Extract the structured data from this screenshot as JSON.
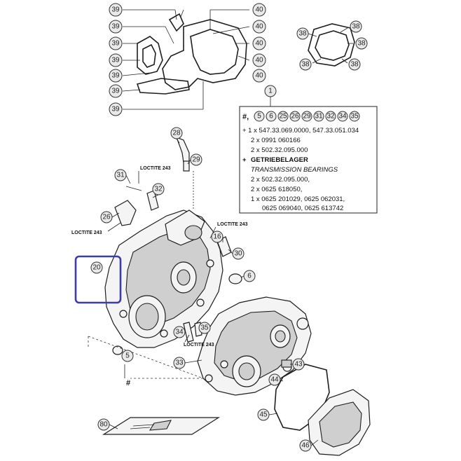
{
  "callouts": {
    "c39a": "39",
    "c40a": "40",
    "c39b": "39",
    "c40b": "40",
    "c39c": "39",
    "c40c": "40",
    "c39d": "39",
    "c40d": "40",
    "c39e": "39",
    "c40e": "40",
    "c39f": "39",
    "c39g": "39",
    "c38a": "38",
    "c38b": "38",
    "c38c": "38",
    "c38d": "38",
    "c38e": "38",
    "c1": "1",
    "c28": "28",
    "c29": "29",
    "c31": "31",
    "c32": "32",
    "c26": "26",
    "c16": "16",
    "c30": "30",
    "c6": "6",
    "c20": "20",
    "c34": "34",
    "c35": "35",
    "c5": "5",
    "c33": "33",
    "c43": "43",
    "c44": "44",
    "c45": "45",
    "c46": "46",
    "c80": "80"
  },
  "labels": {
    "loctite_1": "LOCTITE 243",
    "loctite_2": "LOCTITE 243",
    "loctite_3": "LOCTITE 243",
    "loctite_4": "LOCTITE 243",
    "hash_mark": "#"
  },
  "kit_box": {
    "hash": "#,",
    "kit_numbers": [
      "5",
      "6",
      "25",
      "26",
      "29",
      "31",
      "32",
      "34",
      "35"
    ],
    "lines": [
      "+ 1 x 547.33.069.0000, 547.33.051.034",
      "2 x 0991 060166",
      "2 x 502.32.095.000"
    ],
    "bearings_title": "GETRIEBELAGER",
    "bearings_subtitle": "TRANSMISSION BEARINGS",
    "bearing_lines": [
      "2 x 502.32.095.000,",
      "2 x 0625 618050,",
      "1 x 0625 201029, 0625 062031,",
      "0625 069040, 0625 613742"
    ]
  },
  "highlight_color": "#3a3fa8"
}
